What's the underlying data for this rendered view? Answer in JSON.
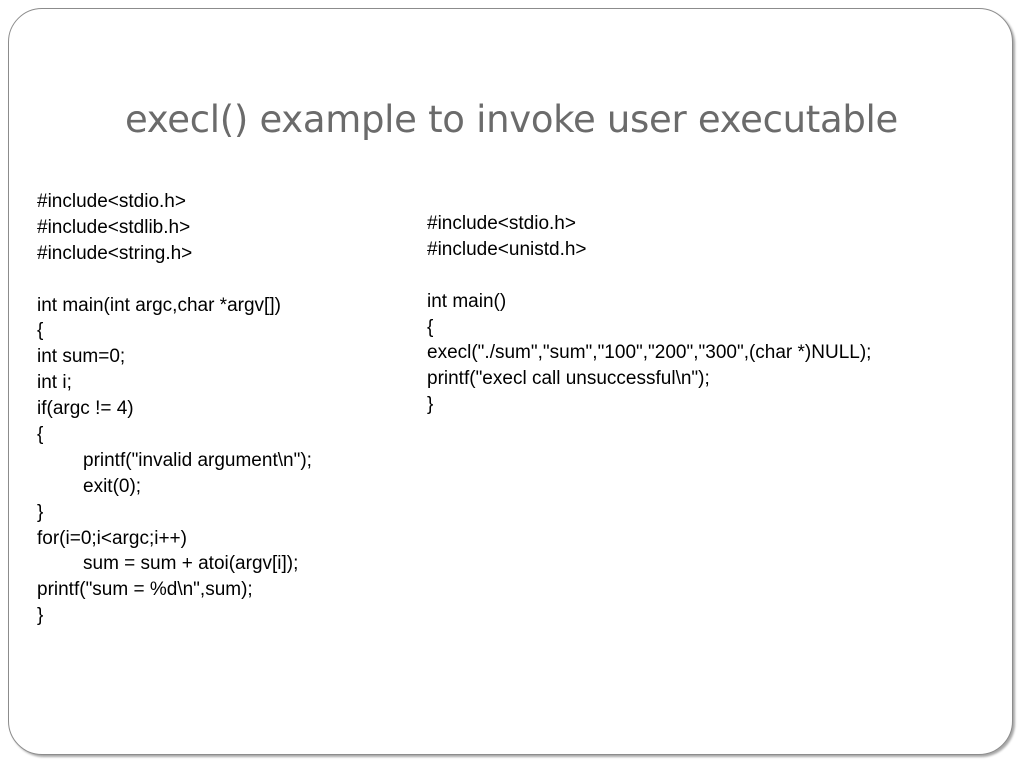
{
  "slide": {
    "title": "execl() example to invoke user executable"
  },
  "left_code": {
    "lines": [
      "#include<stdio.h>",
      "#include<stdlib.h>",
      "#include<string.h>",
      "",
      "int main(int argc,char *argv[])",
      "{",
      "int sum=0;",
      "int i;",
      "if(argc != 4)",
      "{",
      "printf(\"invalid argument\\n\");",
      "exit(0);",
      "}",
      "for(i=0;i<argc;i++)",
      "sum = sum + atoi(argv[i]);",
      "printf(\"sum = %d\\n\",sum);",
      "}"
    ]
  },
  "right_code": {
    "lines": [
      "#include<stdio.h>",
      "#include<unistd.h>",
      "",
      "int main()",
      "{",
      "execl(\"./sum\",\"sum\",\"100\",\"200\",\"300\",(char *)NULL);",
      "printf(\"execl call unsuccessful\\n\");",
      "}"
    ]
  }
}
